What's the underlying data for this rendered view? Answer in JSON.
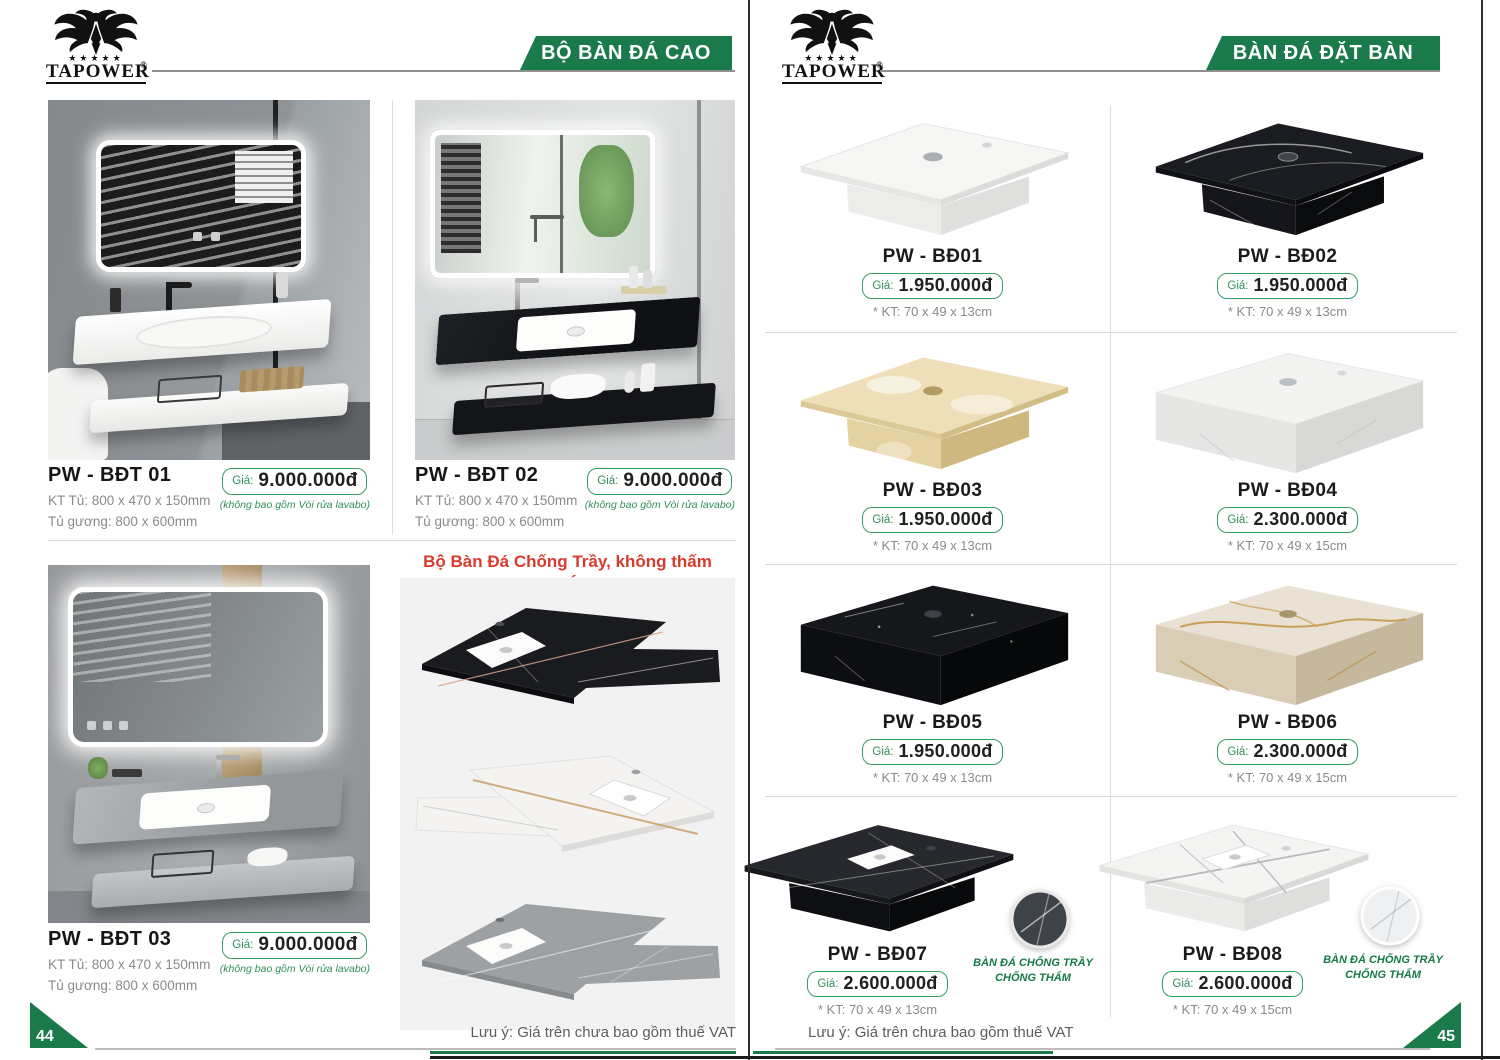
{
  "brand": {
    "name": "TAPOWER",
    "stars": "★★★★★",
    "reg": "®"
  },
  "colors": {
    "green": "#1a7a4a",
    "red": "#d93a2c",
    "price_border": "#359c66"
  },
  "pages": {
    "left": {
      "banner": "BỘ BÀN ĐÁ CAO CẤP",
      "feature_title": "Bộ Bàn Đá Chống Trầy, không thấm nước",
      "footer_note": "Lưu ý: Giá trên chưa bao gồm thuế VAT",
      "page_number": "44",
      "products": [
        {
          "code": "PW - BĐT 01",
          "spec1": "KT Tủ: 800 x 470 x 150mm",
          "spec2": "Tủ gương: 800 x 600mm",
          "price_label": "Giá:",
          "price": "9.000.000đ",
          "note": "(không bao gồm Vòi rửa lavabo)"
        },
        {
          "code": "PW - BĐT 02",
          "spec1": "KT Tủ: 800 x 470 x 150mm",
          "spec2": "Tủ gương: 800 x 600mm",
          "price_label": "Giá:",
          "price": "9.000.000đ",
          "note": "(không bao gồm Vòi rửa lavabo)"
        },
        {
          "code": "PW - BĐT 03",
          "spec1": "KT Tủ: 800 x 470 x 150mm",
          "spec2": "Tủ gương: 800 x 600mm",
          "price_label": "Giá:",
          "price": "9.000.000đ",
          "note": "(không bao gồm Vòi rửa lavabo)"
        }
      ]
    },
    "right": {
      "banner": "BÀN ĐÁ ĐẶT BÀN",
      "footer_note": "Lưu ý: Giá trên chưa bao gồm thuế VAT",
      "page_number": "45",
      "badge_line1": "BÀN ĐÁ CHỐNG TRẦY",
      "badge_line2": "CHỐNG THẤM",
      "products": [
        {
          "code": "PW - BĐ01",
          "price_label": "Giá:",
          "price": "1.950.000đ",
          "kt": "* KT: 70 x 49 x 13cm"
        },
        {
          "code": "PW - BĐ02",
          "price_label": "Giá:",
          "price": "1.950.000đ",
          "kt": "* KT: 70 x 49 x 13cm"
        },
        {
          "code": "PW - BĐ03",
          "price_label": "Giá:",
          "price": "1.950.000đ",
          "kt": "* KT: 70 x 49 x 13cm"
        },
        {
          "code": "PW - BĐ04",
          "price_label": "Giá:",
          "price": "2.300.000đ",
          "kt": "* KT: 70 x 49 x 15cm"
        },
        {
          "code": "PW - BĐ05",
          "price_label": "Giá:",
          "price": "1.950.000đ",
          "kt": "* KT: 70 x 49 x 13cm"
        },
        {
          "code": "PW - BĐ06",
          "price_label": "Giá:",
          "price": "2.300.000đ",
          "kt": "* KT: 70 x 49 x 15cm"
        },
        {
          "code": "PW - BĐ07",
          "price_label": "Giá:",
          "price": "2.600.000đ",
          "kt": "* KT: 70 x 49 x 13cm"
        },
        {
          "code": "PW - BĐ08",
          "price_label": "Giá:",
          "price": "2.600.000đ",
          "kt": "* KT: 70 x 49 x 15cm"
        }
      ]
    }
  }
}
